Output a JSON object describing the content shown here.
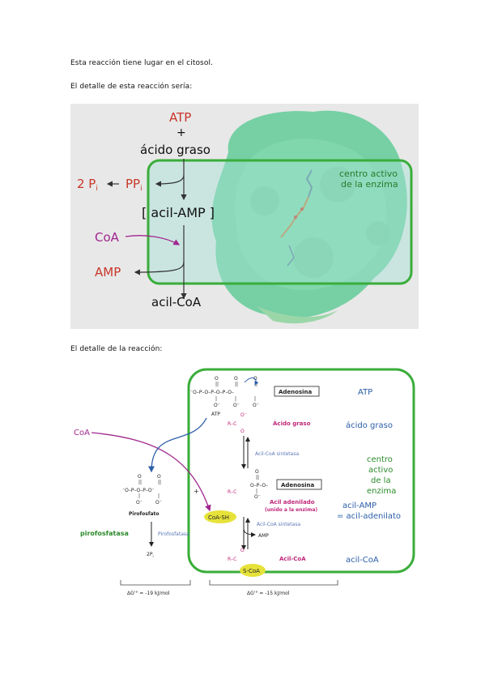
{
  "paragraphs": {
    "p1": "Esta reacción tiene lugar en el citosol.",
    "p2": "El detalle de esta reacción sería:",
    "p3": "El detalle de la reacción:"
  },
  "fig1": {
    "atp": "ATP",
    "plus": "+",
    "acido_graso": "ácido graso",
    "two_pi": "2 P",
    "ppi": "PP",
    "sub_i": "i",
    "acil_amp": "[ acil-AMP ]",
    "coa": "CoA",
    "amp": "AMP",
    "acil_coa": "acil-CoA",
    "centro_activo_1": "centro activo",
    "centro_activo_2": "de la enzima"
  },
  "fig2": {
    "coa": "CoA",
    "atp_label": "ATP",
    "atp_right": "ATP",
    "adenosina": "Adenosina",
    "adenosina2": "Adenosina",
    "acido_graso_bold": "Ácido graso",
    "acido_graso_right": "ácido graso",
    "acil_coa_sintetasa": "Acil-CoA sintetasa",
    "acil_coa_sintetasa2": "Acil-CoA sintetasa",
    "centro": "centro",
    "activo": "activo",
    "de_la": "de la",
    "enzima": "enzima",
    "acil_adenilado": "Acil adenilado",
    "unido": "(unido a la enzima)",
    "acil_amp_right": "acil-AMP",
    "acil_adenilato": "= acil-adenilato",
    "pirofosfato": "Pirofosfato",
    "pirofosfatasa_green": "pirofosfatasa",
    "pirofosfatasa_blue": "Pirofosfatasa",
    "two_pi": "2P",
    "coa_sh": "CoA-SH",
    "amp": "AMP",
    "s_coa": "S-CoA",
    "acil_coa_bold": "Acil-CoA",
    "acil_coa_right": "acil-CoA",
    "dg1": "ΔG'° = -19 kJ/mol",
    "dg2": "ΔG'° = -15 kJ/mol",
    "r_c": "R–C",
    "plus": "+"
  },
  "colors": {
    "red": "#c8362a",
    "purple": "#a0268f",
    "green_box": "#3aad3a",
    "blue_arrow": "#2c5ea8",
    "magenta": "#c0287a",
    "blue_label": "#5a78b8",
    "dark_green": "#2a8a2a"
  }
}
